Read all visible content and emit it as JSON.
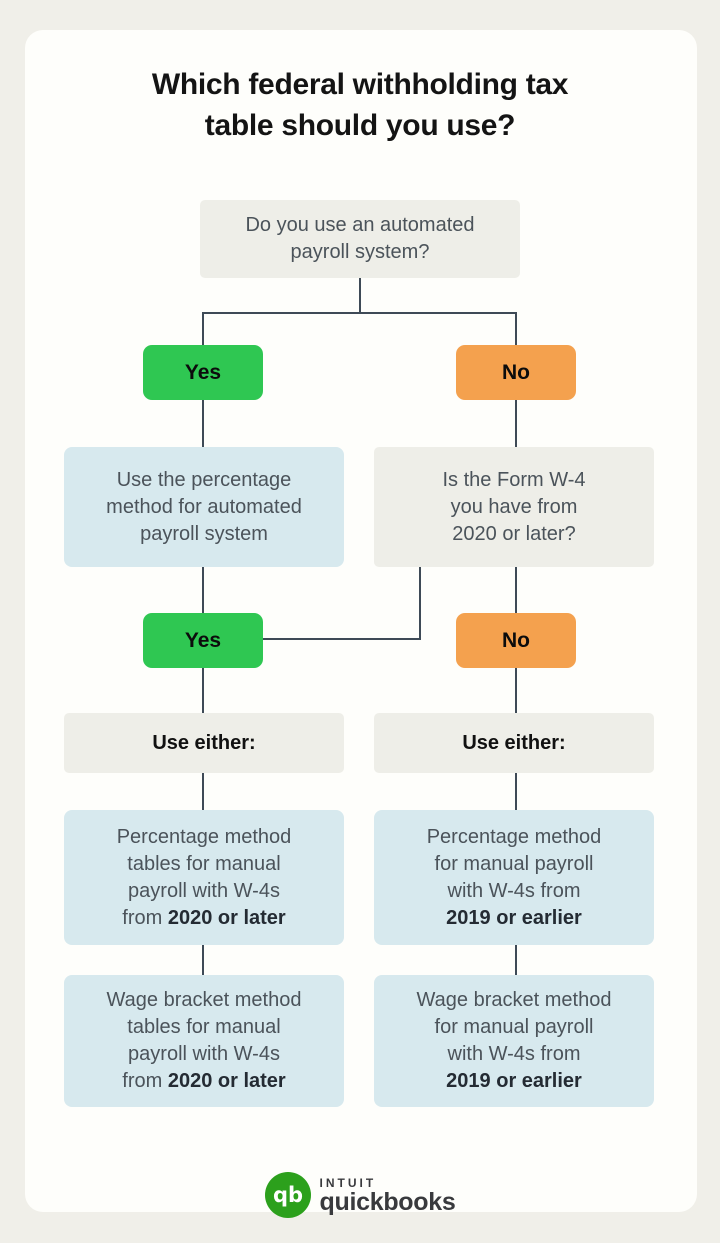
{
  "page": {
    "title_line1": "Which federal withholding tax",
    "title_line2": "table should you use?"
  },
  "colors": {
    "page_background": "#f0efe9",
    "card_background": "#fefefb",
    "question_box": "#eeeee8",
    "result_box": "#d7e9ee",
    "yes_green": "#2fc752",
    "no_orange": "#f4a14e",
    "connector": "#3e4a56",
    "quickbooks_green": "#2ca01c",
    "wordmark_gray": "#393a3d"
  },
  "flow": {
    "q1": {
      "line1": "Do you use an automated",
      "line2": "payroll system?"
    },
    "answer_yes": "Yes",
    "answer_no": "No",
    "auto_result": {
      "line1": "Use the percentage",
      "line2": "method for automated",
      "line3": "payroll system"
    },
    "w4_question": {
      "line1": "Is the Form W-4",
      "line2": "you have from",
      "line3": "2020 or later?"
    },
    "use_either": "Use either:",
    "pct_2020": {
      "line1": "Percentage method",
      "line2": "tables for manual",
      "line3": "payroll with W-4s",
      "line4_prefix": "from ",
      "line4_bold": "2020 or later"
    },
    "pct_2019": {
      "line1": "Percentage method",
      "line2": "for manual payroll",
      "line3": "with W-4s from",
      "line4_prefix": "",
      "line4_bold": "2019 or earlier"
    },
    "wage_2020": {
      "line1": "Wage bracket method",
      "line2": "tables for manual",
      "line3": "payroll with W-4s",
      "line4_prefix": "from ",
      "line4_bold": "2020 or later"
    },
    "wage_2019": {
      "line1": "Wage bracket method",
      "line2": "for manual payroll",
      "line3": "with W-4s from",
      "line4_prefix": "",
      "line4_bold": "2019 or earlier"
    }
  },
  "footer": {
    "logo_monogram": "qb",
    "brand_top": "INTUIT",
    "brand_bottom": "quickbooks"
  }
}
